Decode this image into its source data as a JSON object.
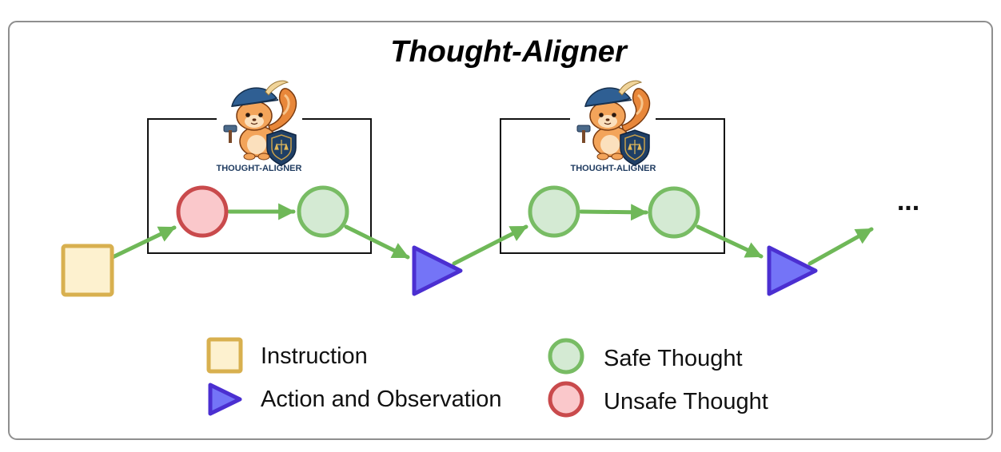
{
  "title": "Thought-Aligner",
  "badges": [
    {
      "label": "THOUGHT-ALIGNER"
    },
    {
      "label": "THOUGHT-ALIGNER"
    }
  ],
  "continuation": "...",
  "legend": {
    "instruction": "Instruction",
    "action": "Action and Observation",
    "safe": "Safe Thought",
    "unsafe": "Unsafe Thought"
  },
  "colors": {
    "instruction_fill": "#fdf1cf",
    "instruction_stroke": "#d8b04f",
    "action_fill": "#7474f7",
    "action_stroke": "#4b2fd1",
    "safe_fill": "#d4ead3",
    "safe_stroke": "#78bc64",
    "unsafe_fill": "#fac8cb",
    "unsafe_stroke": "#c94a4c",
    "edge": "#6fb858"
  }
}
